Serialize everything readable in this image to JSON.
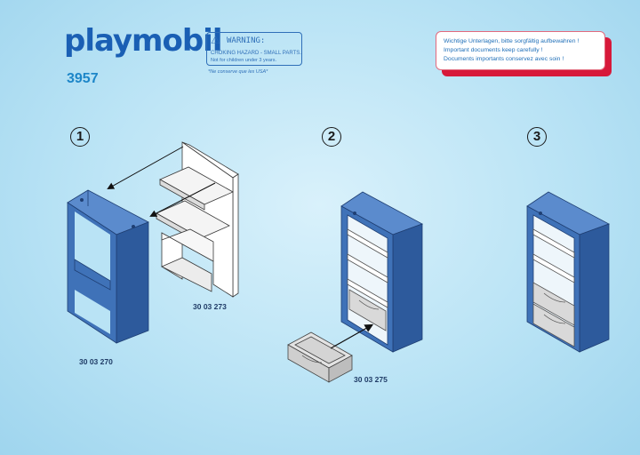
{
  "brand": {
    "logo_text": "playmobil",
    "model_number": "3957"
  },
  "warning": {
    "title": "WARNING:",
    "line1": "CHOKING HAZARD - SMALL PARTS.",
    "line2": "Not for children under 3 years.",
    "consumer_note": "*Ne conserve que les USA*"
  },
  "notice": {
    "lines": [
      "Wichtige Unterlagen, bitte sorgfältig aufbewahren !",
      "Important documents keep carefully !",
      "Documents importants conservez avec soin !"
    ]
  },
  "steps": [
    {
      "number": "1"
    },
    {
      "number": "2"
    },
    {
      "number": "3"
    }
  ],
  "parts": {
    "frame": "30 03 270",
    "shelf_insert": "30 03 273",
    "drawer": "30 03 275"
  },
  "colors": {
    "shelf_blue": "#3f72b8",
    "shelf_blue_dark": "#2d5a9c",
    "notice_red": "#d7193a",
    "logo_blue": "#1a5fb4"
  }
}
